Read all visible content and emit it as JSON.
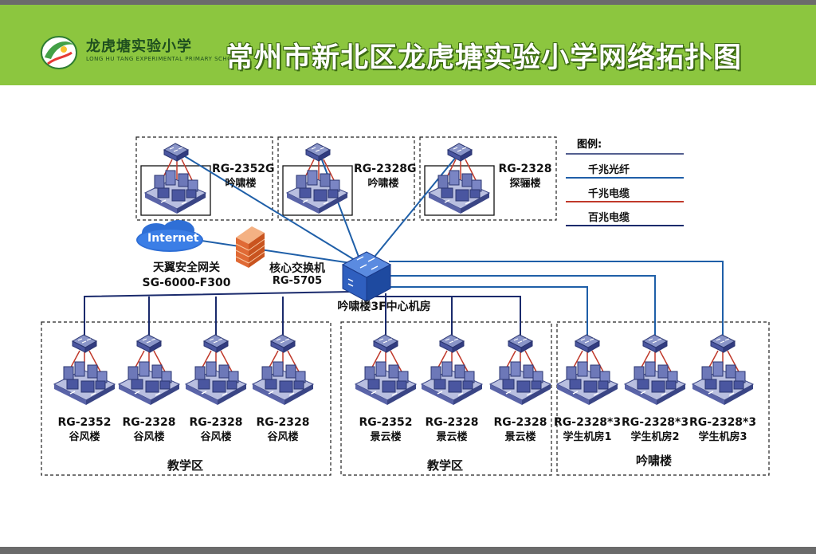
{
  "header": {
    "logo_cn": "龙虎塘实验小学",
    "logo_en": "LONG HU TANG EXPERIMENTAL PRIMARY SCHOOL",
    "title": "常州市新北区龙虎塘实验小学网络拓扑图"
  },
  "legend": {
    "title": "图例:",
    "items": [
      {
        "label": "千兆光纤",
        "color": "#1f5fa8"
      },
      {
        "label": "千兆电缆",
        "color": "#c0392b"
      },
      {
        "label": "百兆电缆",
        "color": "#1a2a6c"
      }
    ]
  },
  "internet": {
    "label": "Internet"
  },
  "gateway": {
    "name": "天翼安全网关",
    "model": "SG-6000-F300"
  },
  "core": {
    "name": "核心交换机",
    "model": "RG-5705",
    "location": "吟啸楼3F中心机房"
  },
  "top_units": [
    {
      "model": "RG-2352G",
      "building": "吟啸楼"
    },
    {
      "model": "RG-2328G",
      "building": "吟啸楼"
    },
    {
      "model": "RG-2328",
      "building": "探骊楼"
    }
  ],
  "zones": [
    {
      "label": "教学区",
      "units": [
        {
          "model": "RG-2352",
          "building": "谷风楼"
        },
        {
          "model": "RG-2328",
          "building": "谷风楼"
        },
        {
          "model": "RG-2328",
          "building": "谷风楼"
        },
        {
          "model": "RG-2328",
          "building": "谷风楼"
        }
      ]
    },
    {
      "label": "教学区",
      "units": [
        {
          "model": "RG-2352",
          "building": "景云楼"
        },
        {
          "model": "RG-2328",
          "building": "景云楼"
        },
        {
          "model": "RG-2328",
          "building": "景云楼"
        }
      ]
    },
    {
      "label": "吟啸楼",
      "units": [
        {
          "model": "RG-2328*3",
          "building": "学生机房1"
        },
        {
          "model": "RG-2328*3",
          "building": "学生机房2"
        },
        {
          "model": "RG-2328*3",
          "building": "学生机房3"
        }
      ]
    }
  ]
}
